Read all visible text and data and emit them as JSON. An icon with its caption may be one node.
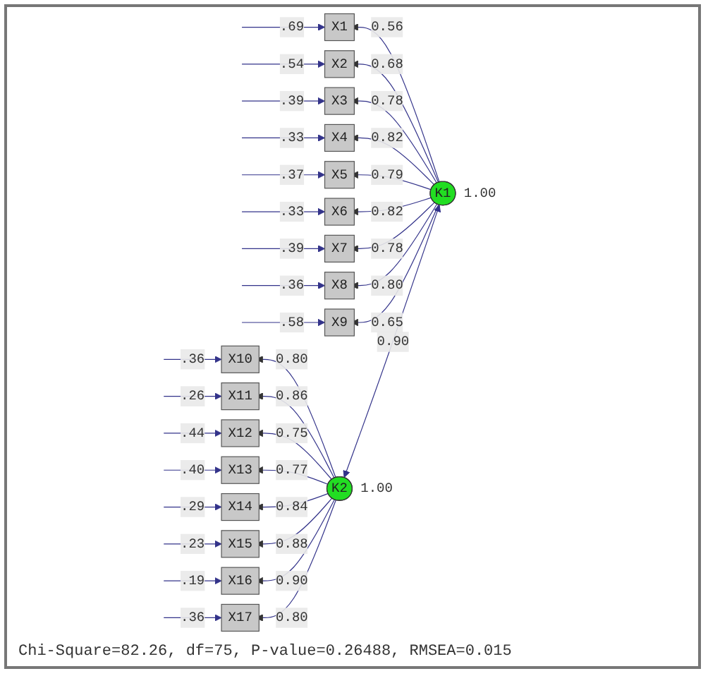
{
  "diagram": {
    "caption": "Chi-Square=82.26, df=75, P-value=0.26488, RMSEA=0.015",
    "nodes": [
      {
        "text": [
          "X1"
        ]
      },
      {
        "text": [
          "X2"
        ]
      },
      {
        "text": [
          "X3"
        ]
      },
      {
        "text": [
          "X4"
        ]
      },
      {
        "text": [
          "X5"
        ]
      },
      {
        "text": [
          "X6"
        ]
      },
      {
        "text": [
          "X7"
        ]
      },
      {
        "text": [
          "X8"
        ]
      },
      {
        "text": [
          "X9"
        ]
      },
      {
        "text": [
          "X10"
        ]
      },
      {
        "text": [
          "X11"
        ]
      },
      {
        "text": [
          "X12"
        ]
      },
      {
        "text": [
          "X13"
        ]
      },
      {
        "text": [
          "X14"
        ]
      },
      {
        "text": [
          "X15"
        ]
      },
      {
        "text": [
          "X16"
        ]
      },
      {
        "text": [
          "X17"
        ]
      },
      {
        "text": [
          "K1"
        ],
        "beside": [
          "1.00"
        ]
      },
      {
        "text": [
          "K2"
        ],
        "beside": [
          "1.00"
        ]
      }
    ],
    "edges": [
      {
        "from": 17,
        "to": 0,
        "arrow": "to",
        "label": "0.56"
      },
      {
        "from": 17,
        "to": 1,
        "arrow": "to",
        "label": "0.68"
      },
      {
        "from": 17,
        "to": 2,
        "arrow": "to",
        "label": "0.78"
      },
      {
        "from": 17,
        "to": 3,
        "arrow": "to",
        "label": "0.82"
      },
      {
        "from": 17,
        "to": 4,
        "arrow": "to",
        "label": "0.79"
      },
      {
        "from": 17,
        "to": 5,
        "arrow": "to",
        "label": "0.82"
      },
      {
        "from": 17,
        "to": 6,
        "arrow": "to",
        "label": "0.78"
      },
      {
        "from": 17,
        "to": 7,
        "arrow": "to",
        "label": "0.80"
      },
      {
        "from": 17,
        "to": 8,
        "arrow": "to",
        "label": "0.65"
      },
      {
        "from": 18,
        "to": 9,
        "arrow": "to",
        "label": "0.80"
      },
      {
        "from": 18,
        "to": 10,
        "arrow": "to",
        "label": "0.86"
      },
      {
        "from": 18,
        "to": 11,
        "arrow": "to",
        "label": "0.75"
      },
      {
        "from": 18,
        "to": 12,
        "arrow": "to",
        "label": "0.77"
      },
      {
        "from": 18,
        "to": 13,
        "arrow": "to",
        "label": "0.84"
      },
      {
        "from": 18,
        "to": 14,
        "arrow": "to",
        "label": "0.88"
      },
      {
        "from": 18,
        "to": 15,
        "arrow": "to",
        "label": "0.90"
      },
      {
        "from": 18,
        "to": 16,
        "arrow": "to",
        "label": "0.80"
      },
      {
        "from": 17,
        "to": 18,
        "arrow": "both",
        "label": "0.90"
      },
      {
        "from": null,
        "to": 0,
        "arrow": "to",
        "label": ".69"
      },
      {
        "from": null,
        "to": 1,
        "arrow": "to",
        "label": ".54"
      },
      {
        "from": null,
        "to": 2,
        "arrow": "to",
        "label": ".39"
      },
      {
        "from": null,
        "to": 3,
        "arrow": "to",
        "label": ".33"
      },
      {
        "from": null,
        "to": 4,
        "arrow": "to",
        "label": ".37"
      },
      {
        "from": null,
        "to": 5,
        "arrow": "to",
        "label": ".33"
      },
      {
        "from": null,
        "to": 6,
        "arrow": "to",
        "label": ".39"
      },
      {
        "from": null,
        "to": 7,
        "arrow": "to",
        "label": ".36"
      },
      {
        "from": null,
        "to": 8,
        "arrow": "to",
        "label": ".58"
      },
      {
        "from": null,
        "to": 9,
        "arrow": "to",
        "label": ".36"
      },
      {
        "from": null,
        "to": 10,
        "arrow": "to",
        "label": ".26"
      },
      {
        "from": null,
        "to": 11,
        "arrow": "to",
        "label": ".44"
      },
      {
        "from": null,
        "to": 12,
        "arrow": "to",
        "label": ".40"
      },
      {
        "from": null,
        "to": 13,
        "arrow": "to",
        "label": ".29"
      },
      {
        "from": null,
        "to": 14,
        "arrow": "to",
        "label": ".23"
      },
      {
        "from": null,
        "to": 15,
        "arrow": "to",
        "label": ".19"
      },
      {
        "from": null,
        "to": 16,
        "arrow": "to",
        "label": ".36"
      }
    ]
  }
}
